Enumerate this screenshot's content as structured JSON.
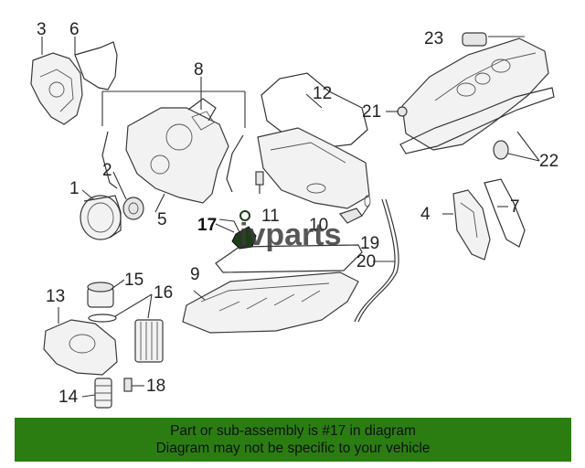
{
  "callouts": [
    {
      "id": "1",
      "text": "1"
    },
    {
      "id": "2",
      "text": "2"
    },
    {
      "id": "3",
      "text": "3"
    },
    {
      "id": "4",
      "text": "4"
    },
    {
      "id": "5",
      "text": "5"
    },
    {
      "id": "6",
      "text": "6"
    },
    {
      "id": "7",
      "text": "7"
    },
    {
      "id": "8",
      "text": "8"
    },
    {
      "id": "9",
      "text": "9"
    },
    {
      "id": "10",
      "text": "10"
    },
    {
      "id": "11",
      "text": "11"
    },
    {
      "id": "12",
      "text": "12"
    },
    {
      "id": "13",
      "text": "13"
    },
    {
      "id": "14",
      "text": "14"
    },
    {
      "id": "15",
      "text": "15"
    },
    {
      "id": "16",
      "text": "16"
    },
    {
      "id": "17",
      "text": "17"
    },
    {
      "id": "18",
      "text": "18"
    },
    {
      "id": "19",
      "text": "19"
    },
    {
      "id": "20",
      "text": "20"
    },
    {
      "id": "21",
      "text": "21"
    },
    {
      "id": "22",
      "text": "22"
    },
    {
      "id": "23",
      "text": "23"
    }
  ],
  "watermark": "ivparts",
  "highlighted_part": "17",
  "banner": {
    "line1": "Part or sub-assembly is #17 in diagram",
    "line2": "Diagram may not be specific to your vehicle"
  },
  "colors": {
    "banner_bg": "#2b7d12",
    "banner_text": "#111111",
    "line": "#333333",
    "highlight_part": "#1f3d1a"
  }
}
